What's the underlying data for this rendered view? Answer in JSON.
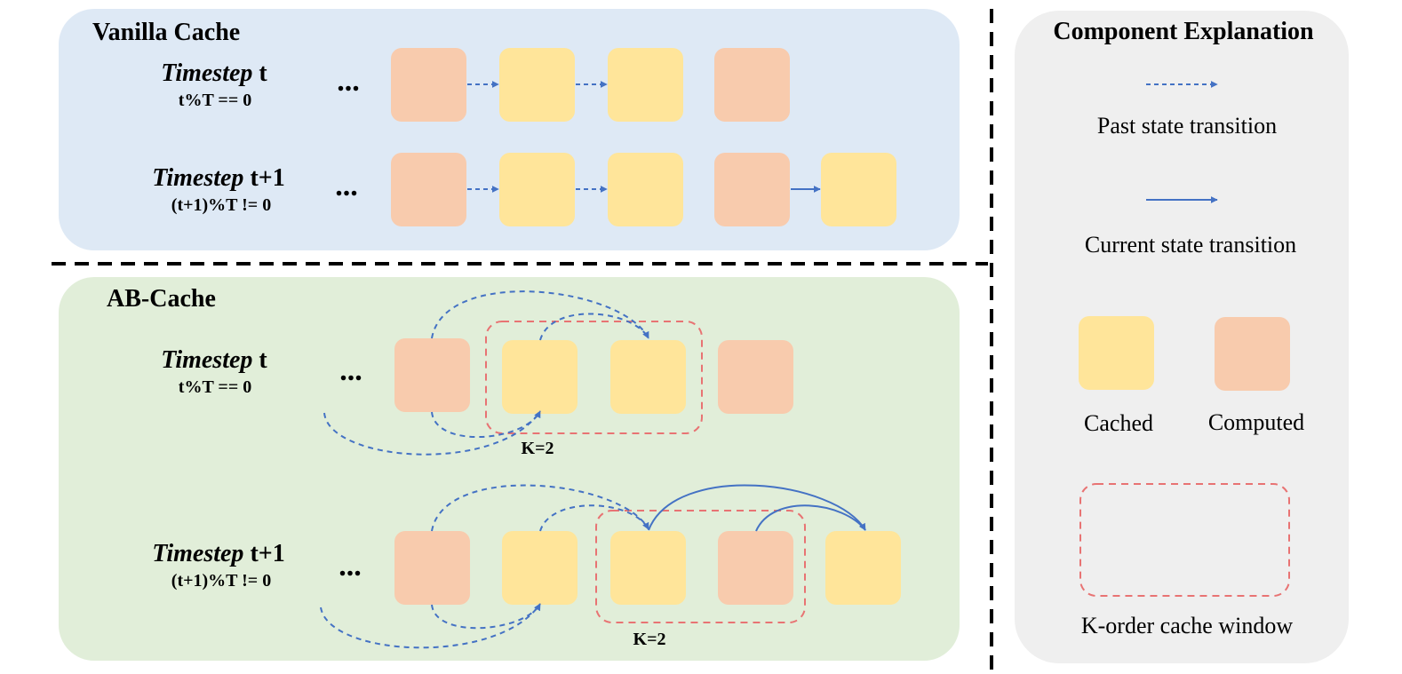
{
  "vanilla": {
    "title": "Vanilla Cache",
    "row1": {
      "step_italic": "Timestep",
      "step_var": "t",
      "cond": "t%T == 0",
      "ellipsis": "..."
    },
    "row2": {
      "step_italic": "Timestep",
      "step_var": "t+1",
      "cond": "(t+1)%T != 0",
      "ellipsis": "..."
    }
  },
  "ab": {
    "title": "AB-Cache",
    "row1": {
      "step_italic": "Timestep",
      "step_var": "t",
      "cond": "t%T == 0",
      "ellipsis": "...",
      "window_label": "K=2"
    },
    "row2": {
      "step_italic": "Timestep",
      "step_var": "t+1",
      "cond": "(t+1)%T != 0",
      "ellipsis": "...",
      "window_label": "K=2"
    }
  },
  "legend": {
    "title": "Component Explanation",
    "past_label": "Past state transition",
    "current_label": "Current state transition",
    "cached_label": "Cached",
    "computed_label": "Computed",
    "window_label": "K-order cache window"
  },
  "colors": {
    "vanilla_bg": "#dee9f5",
    "ab_bg": "#e1eed9",
    "legend_bg": "#efefef",
    "cached": "#ffe59a",
    "computed": "#f8cbad",
    "arrow": "#4472c4",
    "window": "#e87373"
  }
}
